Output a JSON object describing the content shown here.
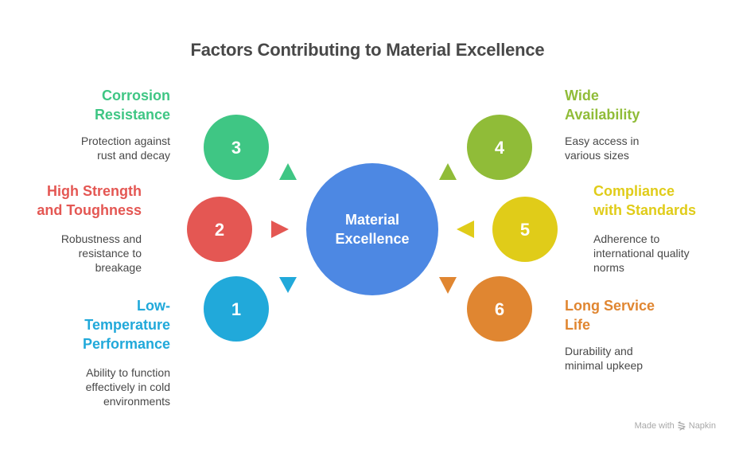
{
  "title": "Factors Contributing to Material Excellence",
  "center": {
    "label_line1": "Material",
    "label_line2": "Excellence",
    "color": "#4D88E3"
  },
  "factors": [
    {
      "number": "1",
      "title_lines": [
        "Low-",
        "Temperature",
        "Performance"
      ],
      "description_lines": [
        "Ability to function",
        "effectively in cold",
        "environments"
      ],
      "color": "#21A9DA",
      "side": "left",
      "arrow": "down"
    },
    {
      "number": "2",
      "title_lines": [
        "High Strength",
        "and Toughness"
      ],
      "description_lines": [
        "Robustness and",
        "resistance to",
        "breakage"
      ],
      "color": "#E45753",
      "side": "left",
      "arrow": "right"
    },
    {
      "number": "3",
      "title_lines": [
        "Corrosion",
        "Resistance"
      ],
      "description_lines": [
        "Protection against",
        "rust and decay"
      ],
      "color": "#3FC684",
      "side": "left",
      "arrow": "up"
    },
    {
      "number": "4",
      "title_lines": [
        "Wide",
        "Availability"
      ],
      "description_lines": [
        "Easy access in",
        "various sizes"
      ],
      "color": "#90BC38",
      "side": "right",
      "arrow": "up"
    },
    {
      "number": "5",
      "title_lines": [
        "Compliance",
        "with Standards"
      ],
      "description_lines": [
        "Adherence to",
        "international quality",
        "norms"
      ],
      "color": "#E0CC19",
      "side": "right",
      "arrow": "left"
    },
    {
      "number": "6",
      "title_lines": [
        "Long Service",
        "Life"
      ],
      "description_lines": [
        "Durability and",
        "minimal upkeep"
      ],
      "color": "#E08631",
      "side": "right",
      "arrow": "down"
    }
  ],
  "footer": {
    "made_with": "Made with",
    "brand": "Napkin",
    "icon": "napkin-logo-icon"
  }
}
